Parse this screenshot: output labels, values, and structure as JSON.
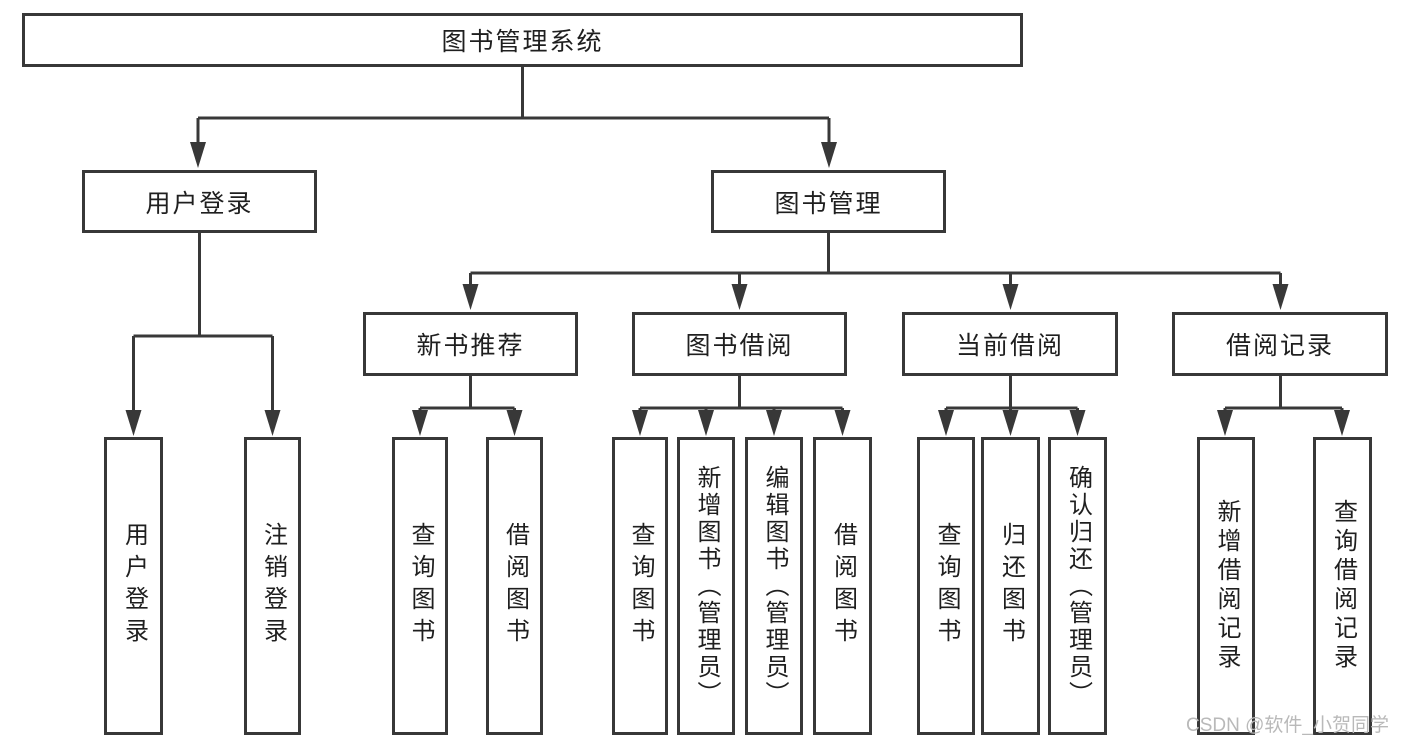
{
  "page": {
    "background": "#ffffff",
    "colors": {
      "line": "#383838",
      "box_border": "#383838",
      "text": "#1f1f1f",
      "watermark": "#b9b9b9"
    }
  },
  "tree": {
    "root": "图书管理系统",
    "branches": [
      {
        "label": "用户登录",
        "children": [
          "用户登录",
          "注销登录"
        ]
      },
      {
        "label": "图书管理",
        "sections": [
          {
            "label": "新书推荐",
            "children": [
              "查询图书",
              "借阅图书"
            ]
          },
          {
            "label": "图书借阅",
            "children": [
              "查询图书",
              "新增图书（管理员）",
              "编辑图书（管理员）",
              "借阅图书"
            ]
          },
          {
            "label": "当前借阅",
            "children": [
              "查询图书",
              "归还图书",
              "确认归还（管理员）"
            ]
          },
          {
            "label": "借阅记录",
            "children": [
              "新增借阅记录",
              "查询借阅记录"
            ]
          }
        ]
      }
    ]
  },
  "watermark": {
    "text": "CSDN @软件_小贺同学"
  }
}
